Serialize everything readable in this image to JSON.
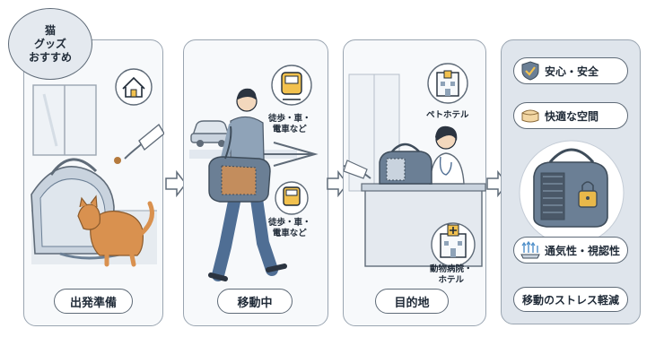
{
  "badge": {
    "line1": "猫",
    "line2": "グッズ",
    "line3": "おすすめ"
  },
  "steps": [
    {
      "label": "出発準備"
    },
    {
      "label": "移動中"
    },
    {
      "label": "目的地"
    },
    {
      "label": "移動のストレス軽減"
    }
  ],
  "transport": {
    "top_line1": "徒歩・車・",
    "top_line2": "電車など",
    "bottom_line1": "徒歩・車・",
    "bottom_line2": "電車など"
  },
  "destinations": {
    "pet_hotel": "ペトホテル",
    "hospital_line1": "動物病院・",
    "hospital_line2": "ホテル"
  },
  "benefits": [
    {
      "label": "安心・安全",
      "icon": "shield-check-icon"
    },
    {
      "label": "快適な空間",
      "icon": "cushion-icon"
    },
    {
      "label": "通気性・視認性",
      "icon": "mesh-airflow-icon"
    }
  ],
  "colors": {
    "accent_yellow": "#f2c14e",
    "cat_orange": "#d9914f",
    "carrier_blue": "#6b7f95",
    "lock_gold": "#e8b84a"
  }
}
